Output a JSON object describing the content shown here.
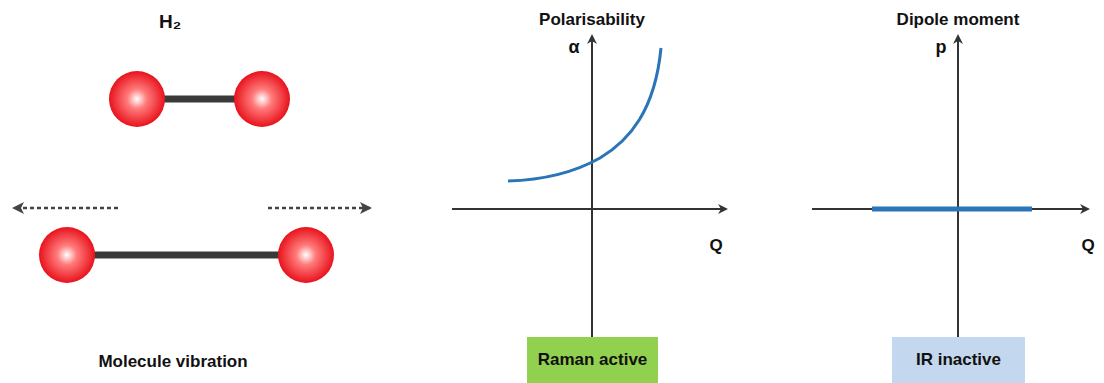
{
  "diagram": {
    "nodes": [
      {
        "text": [
          "Raman active"
        ]
      },
      {
        "text": [
          "IR inactive"
        ]
      }
    ],
    "labels": [
      "H₂",
      "Molecule vibration",
      "Polarisability",
      "α",
      "Q",
      "Dipole moment",
      "p",
      "Q"
    ]
  }
}
